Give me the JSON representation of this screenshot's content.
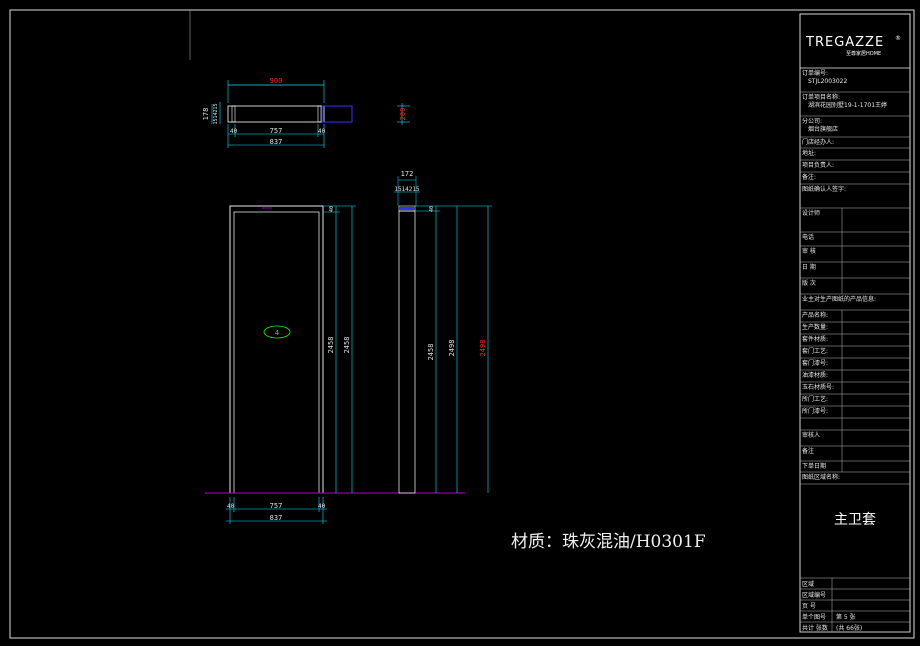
{
  "title_block": {
    "logo": "TREGAZZE",
    "logo_sub": "至尊家居HOME",
    "fields": [
      {
        "label": "订单编号:",
        "value": "STJL2003022"
      },
      {
        "label": "订单项目名称:",
        "value": "湖滨花园别墅19-1-1701王婷"
      },
      {
        "label": "分公司:",
        "value": "烟台旗舰店"
      },
      {
        "label": "门店经办人:",
        "value": ""
      },
      {
        "label": "地址:",
        "value": ""
      },
      {
        "label": "项目负责人:",
        "value": ""
      },
      {
        "label": "备注:",
        "value": ""
      },
      {
        "label": "图纸确认人签字:",
        "value": ""
      },
      {
        "label": "设计师",
        "value": ""
      },
      {
        "label": "电话",
        "value": ""
      },
      {
        "label": "审  核",
        "value": ""
      },
      {
        "label": "日  期",
        "value": ""
      },
      {
        "label": "版  次",
        "value": ""
      },
      {
        "label": "业主对生产图纸的产品信息:",
        "value": ""
      },
      {
        "label": "产品名称:",
        "value": ""
      },
      {
        "label": "生产数量:",
        "value": ""
      },
      {
        "label": "套件材质:",
        "value": ""
      },
      {
        "label": "套门工艺:",
        "value": ""
      },
      {
        "label": "套门漆号:",
        "value": ""
      },
      {
        "label": "油漆材质:",
        "value": ""
      },
      {
        "label": "玉石材质号:",
        "value": ""
      },
      {
        "label": "所门工艺:",
        "value": ""
      },
      {
        "label": "所门漆号:",
        "value": ""
      },
      {
        "label": "",
        "value": ""
      },
      {
        "label": "审核人",
        "value": ""
      },
      {
        "label": "备注",
        "value": ""
      },
      {
        "label": "下单日期",
        "value": ""
      },
      {
        "label": "图纸区域名称:",
        "value": ""
      }
    ],
    "area_name": "主卫套",
    "bottom_fields": [
      {
        "label": "区域",
        "value": ""
      },
      {
        "label": "区域编号",
        "value": ""
      },
      {
        "label": "页    号",
        "value": ""
      },
      {
        "label": "单个图号",
        "value": "第 5 张"
      },
      {
        "label": "共计 张数",
        "value": "(共 66张)"
      }
    ]
  },
  "material_note": "材质：珠灰混油/H0301F",
  "top_view": {
    "overall": "900",
    "left_end": "40",
    "center": "757",
    "right_end": "40",
    "total": "837",
    "depth_a": "178",
    "depth_b": "1514215",
    "side_mark": "200"
  },
  "front_view": {
    "tag": "4",
    "head_height": "40",
    "opening_height": "2458",
    "frame_height": "2458",
    "bottom_left": "40",
    "bottom_center": "757",
    "bottom_right": "40",
    "bottom_total": "837"
  },
  "side_view": {
    "width": "172",
    "sub_dims": "1514215",
    "head_height": "40",
    "dim1": "2458",
    "dim2": "2498",
    "dim3": "2498"
  },
  "colors": {
    "dim_line": "#00e5ff",
    "red": "#ff2020",
    "purple": "#b000c8",
    "green": "#00ff00",
    "frame": "#ffffff"
  }
}
